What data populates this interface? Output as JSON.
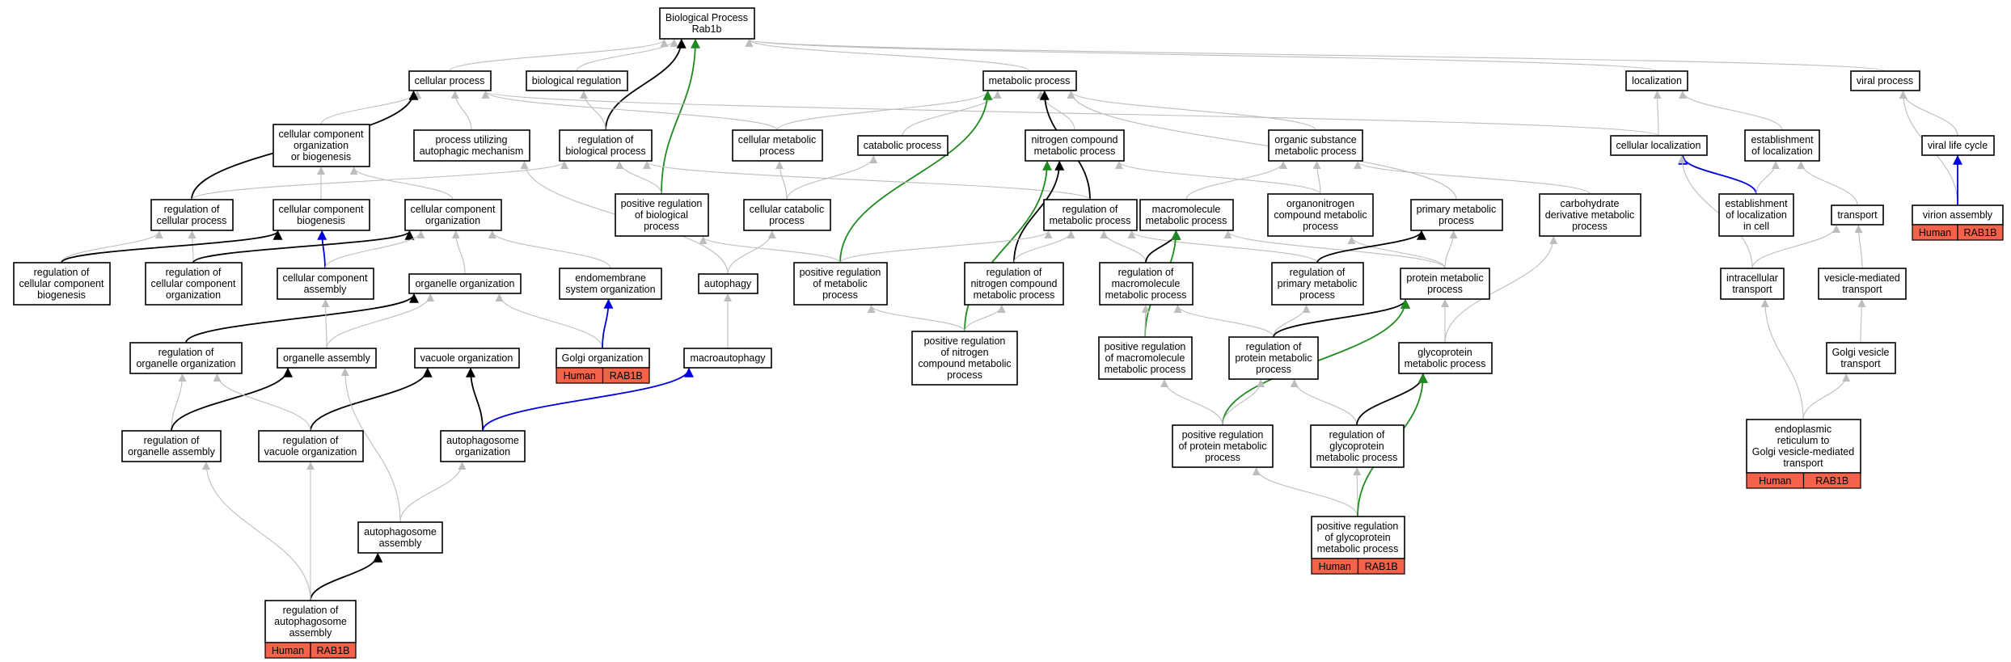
{
  "diagram": {
    "colors": {
      "node_border": "#000000",
      "tag_fill": "#f4624a",
      "edge_is_a": "#bdbdbd",
      "edge_part_of": "#000000",
      "edge_regulates": "#0000e0",
      "edge_pos_regulates": "#1f8a1f"
    },
    "nodes": [
      {
        "id": "root",
        "lines": [
          "Biological Process",
          "Rab1b"
        ]
      },
      {
        "id": "cp",
        "lines": [
          "cellular process"
        ]
      },
      {
        "id": "br",
        "lines": [
          "biological regulation"
        ]
      },
      {
        "id": "mp",
        "lines": [
          "metabolic process"
        ]
      },
      {
        "id": "loc",
        "lines": [
          "localization"
        ]
      },
      {
        "id": "vp",
        "lines": [
          "viral process"
        ]
      },
      {
        "id": "ccob",
        "lines": [
          "cellular component",
          "organization",
          "or biogenesis"
        ]
      },
      {
        "id": "puam",
        "lines": [
          "process utilizing",
          "autophagic mechanism"
        ]
      },
      {
        "id": "rbp",
        "lines": [
          "regulation of",
          "biological process"
        ]
      },
      {
        "id": "cmp",
        "lines": [
          "cellular metabolic",
          "process"
        ]
      },
      {
        "id": "catp",
        "lines": [
          "catabolic process"
        ]
      },
      {
        "id": "ncmp",
        "lines": [
          "nitrogen compound",
          "metabolic process"
        ]
      },
      {
        "id": "osmp",
        "lines": [
          "organic substance",
          "metabolic process"
        ]
      },
      {
        "id": "cloc",
        "lines": [
          "cellular localization"
        ]
      },
      {
        "id": "eloc",
        "lines": [
          "establishment",
          "of localization"
        ]
      },
      {
        "id": "vlc",
        "lines": [
          "viral life cycle"
        ]
      },
      {
        "id": "rcp",
        "lines": [
          "regulation of",
          "cellular process"
        ]
      },
      {
        "id": "ccb",
        "lines": [
          "cellular component",
          "biogenesis"
        ]
      },
      {
        "id": "cco",
        "lines": [
          "cellular component",
          "organization"
        ]
      },
      {
        "id": "prbp",
        "lines": [
          "positive regulation",
          "of biological",
          "process"
        ]
      },
      {
        "id": "ccatp",
        "lines": [
          "cellular catabolic",
          "process"
        ]
      },
      {
        "id": "rmp",
        "lines": [
          "regulation of",
          "metabolic process"
        ]
      },
      {
        "id": "mmp",
        "lines": [
          "macromolecule",
          "metabolic process"
        ]
      },
      {
        "id": "oncmp",
        "lines": [
          "organonitrogen",
          "compound metabolic",
          "process"
        ]
      },
      {
        "id": "pmp",
        "lines": [
          "primary metabolic",
          "process"
        ]
      },
      {
        "id": "cdmp",
        "lines": [
          "carbohydrate",
          "derivative metabolic",
          "process"
        ]
      },
      {
        "id": "elic",
        "lines": [
          "establishment",
          "of localization",
          "in cell"
        ]
      },
      {
        "id": "transport",
        "lines": [
          "transport"
        ]
      },
      {
        "id": "va",
        "lines": [
          "virion assembly"
        ],
        "tags": [
          "Human",
          "RAB1B"
        ]
      },
      {
        "id": "rccb",
        "lines": [
          "regulation of",
          "cellular component",
          "biogenesis"
        ]
      },
      {
        "id": "rcco",
        "lines": [
          "regulation of",
          "cellular component",
          "organization"
        ]
      },
      {
        "id": "cca",
        "lines": [
          "cellular component",
          "assembly"
        ]
      },
      {
        "id": "oo",
        "lines": [
          "organelle organization"
        ]
      },
      {
        "id": "eso",
        "lines": [
          "endomembrane",
          "system organization"
        ]
      },
      {
        "id": "autophagy",
        "lines": [
          "autophagy"
        ]
      },
      {
        "id": "prmp",
        "lines": [
          "positive regulation",
          "of metabolic",
          "process"
        ]
      },
      {
        "id": "rncmp",
        "lines": [
          "regulation of",
          "nitrogen compound",
          "metabolic process"
        ]
      },
      {
        "id": "rmmp",
        "lines": [
          "regulation of",
          "macromolecule",
          "metabolic process"
        ]
      },
      {
        "id": "rpmp",
        "lines": [
          "regulation of",
          "primary metabolic",
          "process"
        ]
      },
      {
        "id": "protmp",
        "lines": [
          "protein metabolic",
          "process"
        ]
      },
      {
        "id": "ict",
        "lines": [
          "intracellular",
          "transport"
        ]
      },
      {
        "id": "vmt",
        "lines": [
          "vesicle-mediated",
          "transport"
        ]
      },
      {
        "id": "roo",
        "lines": [
          "regulation of",
          "organelle organization"
        ]
      },
      {
        "id": "oa",
        "lines": [
          "organelle assembly"
        ]
      },
      {
        "id": "vo",
        "lines": [
          "vacuole organization"
        ]
      },
      {
        "id": "go",
        "lines": [
          "Golgi organization"
        ],
        "tags": [
          "Human",
          "RAB1B"
        ]
      },
      {
        "id": "macro",
        "lines": [
          "macroautophagy"
        ]
      },
      {
        "id": "prncmp",
        "lines": [
          "positive regulation",
          "of nitrogen",
          "compound metabolic",
          "process"
        ]
      },
      {
        "id": "prmmp",
        "lines": [
          "positive regulation",
          "of macromolecule",
          "metabolic process"
        ]
      },
      {
        "id": "rprotmp",
        "lines": [
          "regulation of",
          "protein metabolic",
          "process"
        ]
      },
      {
        "id": "gmp",
        "lines": [
          "glycoprotein",
          "metabolic process"
        ]
      },
      {
        "id": "gvt",
        "lines": [
          "Golgi vesicle",
          "transport"
        ]
      },
      {
        "id": "roa",
        "lines": [
          "regulation of",
          "organelle assembly"
        ]
      },
      {
        "id": "rvo",
        "lines": [
          "regulation of",
          "vacuole organization"
        ]
      },
      {
        "id": "ao",
        "lines": [
          "autophagosome",
          "organization"
        ]
      },
      {
        "id": "prprotmp",
        "lines": [
          "positive regulation",
          "of protein metabolic",
          "process"
        ]
      },
      {
        "id": "rgmp",
        "lines": [
          "regulation of",
          "glycoprotein",
          "metabolic process"
        ]
      },
      {
        "id": "ertg",
        "lines": [
          "endoplasmic",
          "reticulum to",
          "Golgi vesicle-mediated",
          "transport"
        ],
        "tags": [
          "Human",
          "RAB1B"
        ]
      },
      {
        "id": "aa",
        "lines": [
          "autophagosome",
          "assembly"
        ]
      },
      {
        "id": "prgmp",
        "lines": [
          "positive regulation",
          "of glycoprotein",
          "metabolic process"
        ],
        "tags": [
          "Human",
          "RAB1B"
        ]
      },
      {
        "id": "raa",
        "lines": [
          "regulation of",
          "autophagosome",
          "assembly"
        ],
        "tags": [
          "Human",
          "RAB1B"
        ]
      }
    ],
    "edges": [
      {
        "from": "cp",
        "to": "root",
        "type": "is_a"
      },
      {
        "from": "br",
        "to": "root",
        "type": "is_a"
      },
      {
        "from": "mp",
        "to": "root",
        "type": "is_a"
      },
      {
        "from": "loc",
        "to": "root",
        "type": "is_a"
      },
      {
        "from": "vp",
        "to": "root",
        "type": "is_a"
      },
      {
        "from": "rbp",
        "to": "root",
        "type": "part_of"
      },
      {
        "from": "prbp",
        "to": "root",
        "type": "pos_regulates"
      },
      {
        "from": "ccob",
        "to": "cp",
        "type": "is_a"
      },
      {
        "from": "puam",
        "to": "cp",
        "type": "is_a"
      },
      {
        "from": "cmp",
        "to": "cp",
        "type": "is_a"
      },
      {
        "from": "cloc",
        "to": "cp",
        "type": "is_a"
      },
      {
        "from": "rcp",
        "to": "cp",
        "type": "part_of"
      },
      {
        "from": "rbp",
        "to": "br",
        "type": "is_a"
      },
      {
        "from": "cmp",
        "to": "mp",
        "type": "is_a"
      },
      {
        "from": "catp",
        "to": "mp",
        "type": "is_a"
      },
      {
        "from": "ncmp",
        "to": "mp",
        "type": "is_a"
      },
      {
        "from": "osmp",
        "to": "mp",
        "type": "is_a"
      },
      {
        "from": "pmp",
        "to": "mp",
        "type": "is_a"
      },
      {
        "from": "rmp",
        "to": "mp",
        "type": "part_of"
      },
      {
        "from": "prmp",
        "to": "mp",
        "type": "pos_regulates"
      },
      {
        "from": "cloc",
        "to": "loc",
        "type": "is_a"
      },
      {
        "from": "eloc",
        "to": "loc",
        "type": "is_a"
      },
      {
        "from": "vlc",
        "to": "vp",
        "type": "is_a"
      },
      {
        "from": "va",
        "to": "vp",
        "type": "is_a"
      },
      {
        "from": "rcp",
        "to": "rbp",
        "type": "is_a"
      },
      {
        "from": "rmp",
        "to": "rbp",
        "type": "is_a"
      },
      {
        "from": "prbp",
        "to": "rbp",
        "type": "is_a"
      },
      {
        "from": "ccatp",
        "to": "cmp",
        "type": "is_a"
      },
      {
        "from": "ccatp",
        "to": "catp",
        "type": "is_a"
      },
      {
        "from": "oncmp",
        "to": "ncmp",
        "type": "is_a"
      },
      {
        "from": "mmp",
        "to": "osmp",
        "type": "is_a"
      },
      {
        "from": "oncmp",
        "to": "osmp",
        "type": "is_a"
      },
      {
        "from": "cdmp",
        "to": "osmp",
        "type": "is_a"
      },
      {
        "from": "rncmp",
        "to": "ncmp",
        "type": "part_of"
      },
      {
        "from": "prncmp",
        "to": "ncmp",
        "type": "pos_regulates"
      },
      {
        "from": "elic",
        "to": "cloc",
        "type": "regulates"
      },
      {
        "from": "ict",
        "to": "cloc",
        "type": "is_a"
      },
      {
        "from": "elic",
        "to": "eloc",
        "type": "is_a"
      },
      {
        "from": "transport",
        "to": "eloc",
        "type": "is_a"
      },
      {
        "from": "va",
        "to": "vlc",
        "type": "regulates"
      },
      {
        "from": "ccb",
        "to": "ccob",
        "type": "is_a"
      },
      {
        "from": "cco",
        "to": "ccob",
        "type": "is_a"
      },
      {
        "from": "autophagy",
        "to": "puam",
        "type": "is_a"
      },
      {
        "from": "rccb",
        "to": "rcp",
        "type": "is_a"
      },
      {
        "from": "rcco",
        "to": "rcp",
        "type": "is_a"
      },
      {
        "from": "rccb",
        "to": "ccb",
        "type": "part_of"
      },
      {
        "from": "cca",
        "to": "ccb",
        "type": "regulates"
      },
      {
        "from": "rcco",
        "to": "cco",
        "type": "part_of"
      },
      {
        "from": "cca",
        "to": "cco",
        "type": "is_a"
      },
      {
        "from": "oo",
        "to": "cco",
        "type": "is_a"
      },
      {
        "from": "eso",
        "to": "cco",
        "type": "is_a"
      },
      {
        "from": "prmp",
        "to": "prbp",
        "type": "is_a"
      },
      {
        "from": "autophagy",
        "to": "ccatp",
        "type": "is_a"
      },
      {
        "from": "rncmp",
        "to": "rmp",
        "type": "is_a"
      },
      {
        "from": "rmmp",
        "to": "rmp",
        "type": "is_a"
      },
      {
        "from": "rpmp",
        "to": "rmp",
        "type": "is_a"
      },
      {
        "from": "prmp",
        "to": "rmp",
        "type": "is_a"
      },
      {
        "from": "rmmp",
        "to": "mmp",
        "type": "part_of"
      },
      {
        "from": "prmmp",
        "to": "mmp",
        "type": "pos_regulates"
      },
      {
        "from": "protmp",
        "to": "mmp",
        "type": "is_a"
      },
      {
        "from": "protmp",
        "to": "oncmp",
        "type": "is_a"
      },
      {
        "from": "rpmp",
        "to": "pmp",
        "type": "part_of"
      },
      {
        "from": "protmp",
        "to": "pmp",
        "type": "is_a"
      },
      {
        "from": "gmp",
        "to": "cdmp",
        "type": "is_a"
      },
      {
        "from": "ict",
        "to": "transport",
        "type": "is_a"
      },
      {
        "from": "vmt",
        "to": "transport",
        "type": "is_a"
      },
      {
        "from": "roo",
        "to": "oo",
        "type": "part_of"
      },
      {
        "from": "oa",
        "to": "oo",
        "type": "is_a"
      },
      {
        "from": "go",
        "to": "oo",
        "type": "is_a"
      },
      {
        "from": "oa",
        "to": "cca",
        "type": "is_a"
      },
      {
        "from": "go",
        "to": "eso",
        "type": "regulates"
      },
      {
        "from": "macro",
        "to": "autophagy",
        "type": "is_a"
      },
      {
        "from": "prncmp",
        "to": "rncmp",
        "type": "is_a"
      },
      {
        "from": "prncmp",
        "to": "prmp",
        "type": "is_a"
      },
      {
        "from": "prmmp",
        "to": "rmmp",
        "type": "is_a"
      },
      {
        "from": "rprotmp",
        "to": "rmmp",
        "type": "is_a"
      },
      {
        "from": "rprotmp",
        "to": "rpmp",
        "type": "is_a"
      },
      {
        "from": "rprotmp",
        "to": "protmp",
        "type": "part_of"
      },
      {
        "from": "prprotmp",
        "to": "protmp",
        "type": "pos_regulates"
      },
      {
        "from": "gmp",
        "to": "protmp",
        "type": "is_a"
      },
      {
        "from": "gvt",
        "to": "vmt",
        "type": "is_a"
      },
      {
        "from": "ertg",
        "to": "gvt",
        "type": "is_a"
      },
      {
        "from": "ertg",
        "to": "ict",
        "type": "is_a"
      },
      {
        "from": "roa",
        "to": "roo",
        "type": "is_a"
      },
      {
        "from": "roa",
        "to": "oa",
        "type": "part_of"
      },
      {
        "from": "rvo",
        "to": "vo",
        "type": "part_of"
      },
      {
        "from": "rvo",
        "to": "roo",
        "type": "is_a"
      },
      {
        "from": "aa",
        "to": "oa",
        "type": "is_a"
      },
      {
        "from": "ao",
        "to": "vo",
        "type": "part_of"
      },
      {
        "from": "ao",
        "to": "macro",
        "type": "regulates"
      },
      {
        "from": "aa",
        "to": "ao",
        "type": "is_a"
      },
      {
        "from": "prprotmp",
        "to": "rprotmp",
        "type": "is_a"
      },
      {
        "from": "prprotmp",
        "to": "prmmp",
        "type": "is_a"
      },
      {
        "from": "rgmp",
        "to": "rprotmp",
        "type": "is_a"
      },
      {
        "from": "rgmp",
        "to": "gmp",
        "type": "part_of"
      },
      {
        "from": "prgmp",
        "to": "rgmp",
        "type": "is_a"
      },
      {
        "from": "prgmp",
        "to": "prprotmp",
        "type": "is_a"
      },
      {
        "from": "prgmp",
        "to": "gmp",
        "type": "pos_regulates"
      },
      {
        "from": "raa",
        "to": "aa",
        "type": "part_of"
      },
      {
        "from": "raa",
        "to": "rvo",
        "type": "is_a"
      },
      {
        "from": "raa",
        "to": "roa",
        "type": "is_a"
      }
    ]
  }
}
